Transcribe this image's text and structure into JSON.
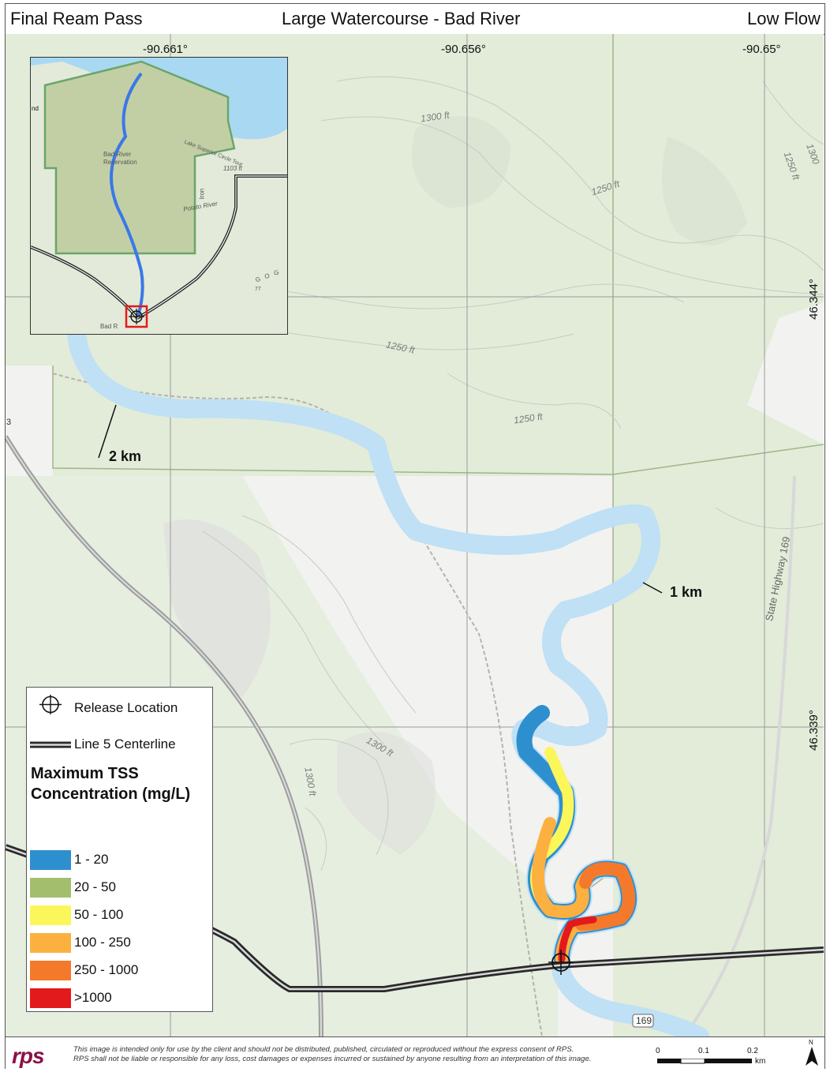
{
  "header": {
    "left": "Final Ream Pass",
    "center": "Large Watercourse - Bad River",
    "right": "Low Flow"
  },
  "graticule": {
    "longitudes": [
      "-90.661°",
      "-90.656°",
      "-90.65°"
    ],
    "latitudes": [
      "46.344°",
      "46.339°"
    ]
  },
  "map_labels": {
    "distance_2km": "2 km",
    "distance_1km": "1 km",
    "highway_label": "State Highway 169",
    "highway_shield": "169",
    "edge_road_number": "3",
    "contours": [
      "1300 ft",
      "1250 ft",
      "1250 ft",
      "1250 ft",
      "1250 ft",
      "1300 ft",
      "1300 ft",
      "1300"
    ]
  },
  "inset": {
    "labels": [
      "nd",
      "Bad River Reservation",
      "Lake Superior Circle Tour",
      "1103 ft",
      "Iron",
      "Potato River",
      "G O G",
      "77",
      "Bad R"
    ]
  },
  "legend": {
    "release_location": "Release Location",
    "line5": "Line 5 Centerline",
    "title": "Maximum TSS Concentration (mg/L)",
    "classes": [
      {
        "label": "1 - 20",
        "color": "#2e8fcf"
      },
      {
        "label": "20 - 50",
        "color": "#a3bf6e"
      },
      {
        "label": "50 - 100",
        "color": "#fbf65a"
      },
      {
        "label": "100 - 250",
        "color": "#fbb040"
      },
      {
        "label": "250 - 1000",
        "color": "#f5792a"
      },
      {
        "label": ">1000",
        "color": "#e31a1c"
      }
    ]
  },
  "footer": {
    "logo": "rps",
    "disclaimer_line1": "This image is intended only for use by the client and should not be distributed, published, circulated or reproduced without the express consent of RPS.",
    "disclaimer_line2": "RPS shall not be liable or responsible for any loss, cost damages or expenses incurred or sustained by anyone resulting from an interpretation of this image.",
    "scale_ticks": [
      "0",
      "0.1",
      "0.2"
    ],
    "scale_unit": "km",
    "north": "N"
  },
  "colors": {
    "river": "#bfe0f5",
    "reservation": "#cfdcb9",
    "line5": "#2a2a2a",
    "frame": "#555555"
  }
}
